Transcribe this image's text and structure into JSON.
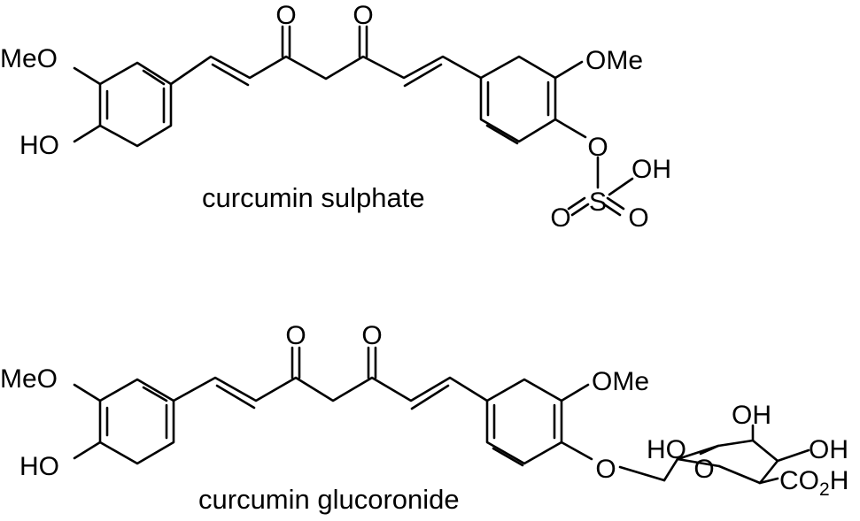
{
  "structures": [
    {
      "name": "curcumin sulphate",
      "caption": "curcumin sulphate",
      "labels": {
        "left_methoxy": "MeO",
        "left_hydroxy": "HO",
        "ketone_oxygen_1": "O",
        "ketone_oxygen_2": "O",
        "right_methoxy": "OMe",
        "aryl_oxygen": "O",
        "sulfur": "S",
        "sulfate_hydroxy": "OH",
        "sulfate_oxo_left": "O",
        "sulfate_oxo_right": "O"
      }
    },
    {
      "name": "curcumin glucoronide",
      "caption": "curcumin glucoronide",
      "labels": {
        "left_methoxy": "MeO",
        "left_hydroxy": "HO",
        "ketone_oxygen_1": "O",
        "ketone_oxygen_2": "O",
        "right_methoxy": "OMe",
        "glycosidic_oxygen": "O",
        "ring_oxygen": "O",
        "sugar_hydroxy_1": "HO",
        "sugar_hydroxy_2": "OH",
        "sugar_hydroxy_3": "OH",
        "carboxyl_main": "CO",
        "carboxyl_sub": "2",
        "carboxyl_tail": "H"
      }
    }
  ]
}
